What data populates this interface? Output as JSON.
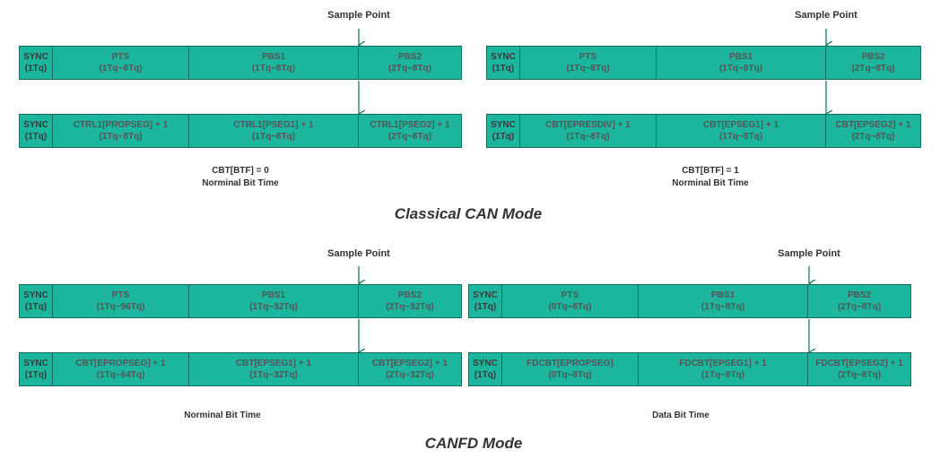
{
  "classical": {
    "title": "Classical CAN Mode",
    "left": {
      "sample_point": "Sample Point",
      "top": [
        {
          "name": "SYNC",
          "range": "(1Tq)"
        },
        {
          "name": "PTS",
          "range": "(1Tq~8Tq)"
        },
        {
          "name": "PBS1",
          "range": "(1Tq~8Tq)"
        },
        {
          "name": "PBS2",
          "range": "(2Tq~8Tq)"
        }
      ],
      "bottom": [
        {
          "name": "SYNC",
          "range": "(1Tq)"
        },
        {
          "name": "CTRL1[PROPSEG] + 1",
          "range": "(1Tq~8Tq)"
        },
        {
          "name": "CTRL1[PSEG1] + 1",
          "range": "(1Tq~8Tq)"
        },
        {
          "name": "CTRL1[PSEG2] + 1",
          "range": "(2Tq~8Tq)"
        }
      ],
      "caption1": "CBT[BTF] = 0",
      "caption2": "Norminal Bit Time"
    },
    "right": {
      "sample_point": "Sample Point",
      "top": [
        {
          "name": "SYNC",
          "range": "(1Tq)"
        },
        {
          "name": "PTS",
          "range": "(1Tq~8Tq)"
        },
        {
          "name": "PBS1",
          "range": "(1Tq~8Tq)"
        },
        {
          "name": "PBS2",
          "range": "(2Tq~8Tq)"
        }
      ],
      "bottom": [
        {
          "name": "SYNC",
          "range": "(1Tq)"
        },
        {
          "name": "CBT[EPRESDIV] + 1",
          "range": "(1Tq~8Tq)"
        },
        {
          "name": "CBT[EPSEG1] + 1",
          "range": "(1Tq~8Tq)"
        },
        {
          "name": "CBT[EPSEG2] + 1",
          "range": "(2Tq~8Tq)"
        }
      ],
      "caption1": "CBT[BTF] = 1",
      "caption2": "Norminal Bit Time"
    }
  },
  "canfd": {
    "title": "CANFD Mode",
    "left": {
      "sample_point": "Sample Point",
      "top": [
        {
          "name": "SYNC",
          "range": "(1Tq)"
        },
        {
          "name": "PTS",
          "range": "(1Tq~96Tq)"
        },
        {
          "name": "PBS1",
          "range": "(1Tq~32Tq)"
        },
        {
          "name": "PBS2",
          "range": "(2Tq~32Tq)"
        }
      ],
      "bottom": [
        {
          "name": "SYNC",
          "range": "(1Tq)"
        },
        {
          "name": "CBT[EPROPSEG] + 1",
          "range": "(1Tq~64Tq)"
        },
        {
          "name": "CBT[EPSEG1] + 1",
          "range": "(1Tq~32Tq)"
        },
        {
          "name": "CBT[EPSEG2] + 1",
          "range": "(2Tq~32Tq)"
        }
      ],
      "caption1": "Norminal Bit Time"
    },
    "right": {
      "sample_point": "Sample Point",
      "top": [
        {
          "name": "SYNC",
          "range": "(1Tq)"
        },
        {
          "name": "PTS",
          "range": "(0Tq~8Tq)"
        },
        {
          "name": "PBS1",
          "range": "(1Tq~8Tq)"
        },
        {
          "name": "PBS2",
          "range": "(2Tq~8Tq)"
        }
      ],
      "bottom": [
        {
          "name": "SYNC",
          "range": "(1Tq)"
        },
        {
          "name": "FDCBT[EPROPSEG]",
          "range": "(0Tq~8Tq)"
        },
        {
          "name": "FDCBT[EPSEG1] + 1",
          "range": "(1Tq~8Tq)"
        },
        {
          "name": "FDCBT[EPSEG2] + 1",
          "range": "(2Tq~8Tq)"
        }
      ],
      "caption1": "Data Bit Time"
    }
  },
  "colors": {
    "segment_fill": "#1cb59e",
    "segment_border": "#0e6e5f",
    "arrow": "#0e6e5f"
  }
}
